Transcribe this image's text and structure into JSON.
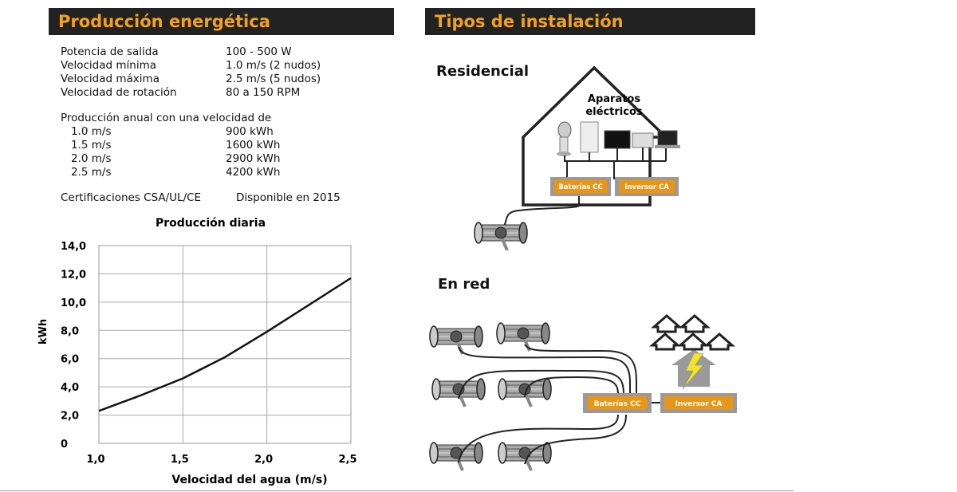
{
  "left": {
    "header": "Producción energética",
    "specs": [
      {
        "label": "Potencia de salida",
        "value": "100 - 500 W"
      },
      {
        "label": "Velocidad mínima",
        "value": "1.0 m/s (2 nudos)"
      },
      {
        "label": "Velocidad máxima",
        "value": "2.5 m/s (5 nudos)"
      },
      {
        "label": "Velocidad de rotación",
        "value": "80 a 150 RPM"
      }
    ],
    "annual_title": "Producción anual con una velocidad de",
    "annual": [
      {
        "label": "1.0 m/s",
        "value": "900 kWh"
      },
      {
        "label": "1.5 m/s",
        "value": "1600 kWh"
      },
      {
        "label": "2.0 m/s",
        "value": "2900 kWh"
      },
      {
        "label": "2.5 m/s",
        "value": "4200 kWh"
      }
    ],
    "certifications": "Certificaciones CSA/UL/CE",
    "availability": "Disponible en 2015"
  },
  "chart_data": {
    "type": "line",
    "title": "Producción diaria",
    "xlabel": "Velocidad del agua (m/s)",
    "ylabel": "kWh",
    "xlim": [
      1.0,
      2.5
    ],
    "ylim": [
      0,
      14.0
    ],
    "x_ticks": [
      "1,0",
      "1,5",
      "2,0",
      "2,5"
    ],
    "y_ticks": [
      "0",
      "2,0",
      "4,0",
      "6,0",
      "8,0",
      "10,0",
      "12,0",
      "14,0"
    ],
    "grid": true,
    "series": [
      {
        "x": [
          1.0,
          1.25,
          1.5,
          1.75,
          2.0,
          2.25,
          2.5
        ],
        "y": [
          2.3,
          3.4,
          4.6,
          6.1,
          7.9,
          9.8,
          11.7
        ]
      }
    ]
  },
  "right": {
    "header": "Tipos de instalación",
    "residential_title": "Residencial",
    "appliances_line1": "Aparatos",
    "appliances_line2": "eléctricos",
    "battery_label": "Baterías CC",
    "inverter_label": "Inversor CA",
    "grid_title": "En red",
    "grid_battery_label": "Baterías CC",
    "grid_inverter_label": "Inversor CA",
    "colors": {
      "accent": "#e8961a",
      "box": "#9a9a9a",
      "bolt": "#f2e32a"
    }
  }
}
